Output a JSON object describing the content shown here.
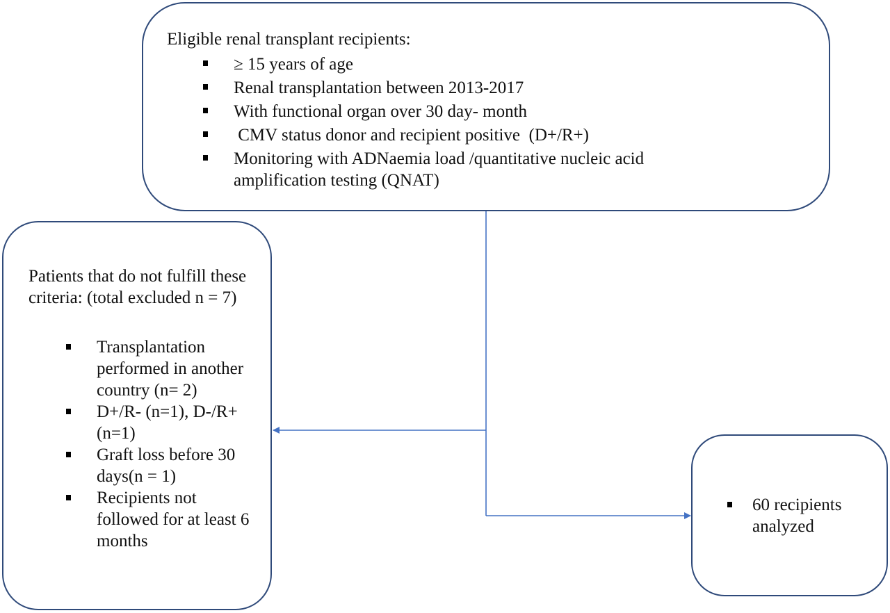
{
  "eligibility_box": {
    "intro": "Eligible renal transplant recipients:",
    "items": [
      "≥ 15 years of age",
      "Renal transplantation between 2013-2017",
      "With functional organ over 30 day- month",
      " CMV status donor and recipient positive  (D+/R+)",
      "Monitoring with ADNaemia load /quantitative nucleic acid amplification testing (QNAT)"
    ]
  },
  "exclusion_box": {
    "intro": "Patients that do not fulfill these criteria: (total excluded n = 7)",
    "items": [
      "Transplantation performed in another country (n= 2)",
      "D+/R- (n=1), D-/R+(n=1)",
      "Graft loss before 30 days(n = 1)",
      "Recipients not followed for at least 6 months"
    ]
  },
  "analysis_box": {
    "items": [
      "60 recipients analyzed"
    ]
  },
  "colors": {
    "box_border": "#2f4a7a",
    "connector": "#4472c4"
  }
}
